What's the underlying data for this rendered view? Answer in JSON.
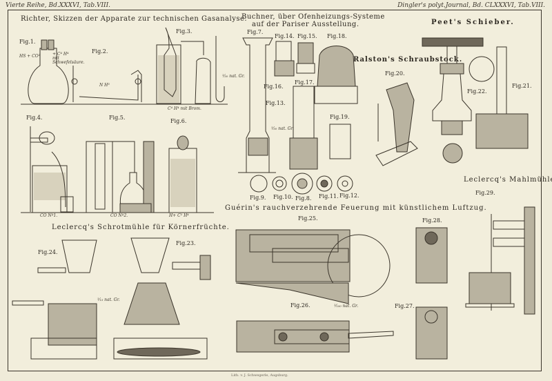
{
  "header": {
    "left": "Vierte Reihe, Bd.XXXVI, Tab.VIII.",
    "right": "Dingler's polyt.Journal, Bd. CLXXXVI, Tab.VIII."
  },
  "sections": {
    "richter": "Richter, Skizzen der Apparate zur technischen Gasanalyse.",
    "buchner_line1": "Buchner, über Ofenheizungs-Systeme",
    "buchner_line2": "auf der Pariser Ausstellung.",
    "peet": "Peet's Schieber.",
    "ralston": "Ralston's Schraubstock.",
    "leclercq_mahl": "Leclercq's Mahlmühle.",
    "guerin": "Guérin's rauchverzehrende Feuerung mit künstlichem Luftzug.",
    "leclercq_schrot": "Leclercq's Schrotmühle für Körnerfrüchte."
  },
  "figures": {
    "f1": "Fig.1.",
    "f2": "Fig.2.",
    "f3": "Fig.3.",
    "f4": "Fig.4.",
    "f5": "Fig.5.",
    "f6": "Fig.6.",
    "f7": "Fig.7.",
    "f8": "Fig.8.",
    "f9": "Fig.9.",
    "f10": "Fig.10.",
    "f11": "Fig.11.",
    "f12": "Fig.12.",
    "f13": "Fig.13.",
    "f14": "Fig.14.",
    "f15": "Fig.15.",
    "f16": "Fig.16.",
    "f17": "Fig.17.",
    "f18": "Fig.18.",
    "f19": "Fig.19.",
    "f20": "Fig.20.",
    "f21": "Fig.21.",
    "f22": "Fig.22.",
    "f23": "Fig.23.",
    "f24": "Fig.24.",
    "f25": "Fig.25.",
    "f26": "Fig.26.",
    "f27": "Fig.27.",
    "f28": "Fig.28.",
    "f29": "Fig.29."
  },
  "annotations": {
    "hs_co2": "HS + CO²",
    "c4h4": "+ C⁴ H⁴ mit Schwefelsäure.",
    "nh3": "N H³",
    "c4h4_brom": "C⁴ H⁴ mit Brom.",
    "co1": "CO Nº1.",
    "co2": "CO Nº2.",
    "h_c2h4": "H+ C² H⁴",
    "scale_fig7": "¹⁄₃₀ nat. Gr.",
    "scale_fig17": "¹⁄₃₀ nat. Gr.",
    "scale_schrot": "¹⁄₁₅ nat. Gr.",
    "scale_guerin": "¹⁄₁₀₀ nat. Gr."
  },
  "footer": "Lith. v. J. Schwegerle, Augsburg."
}
